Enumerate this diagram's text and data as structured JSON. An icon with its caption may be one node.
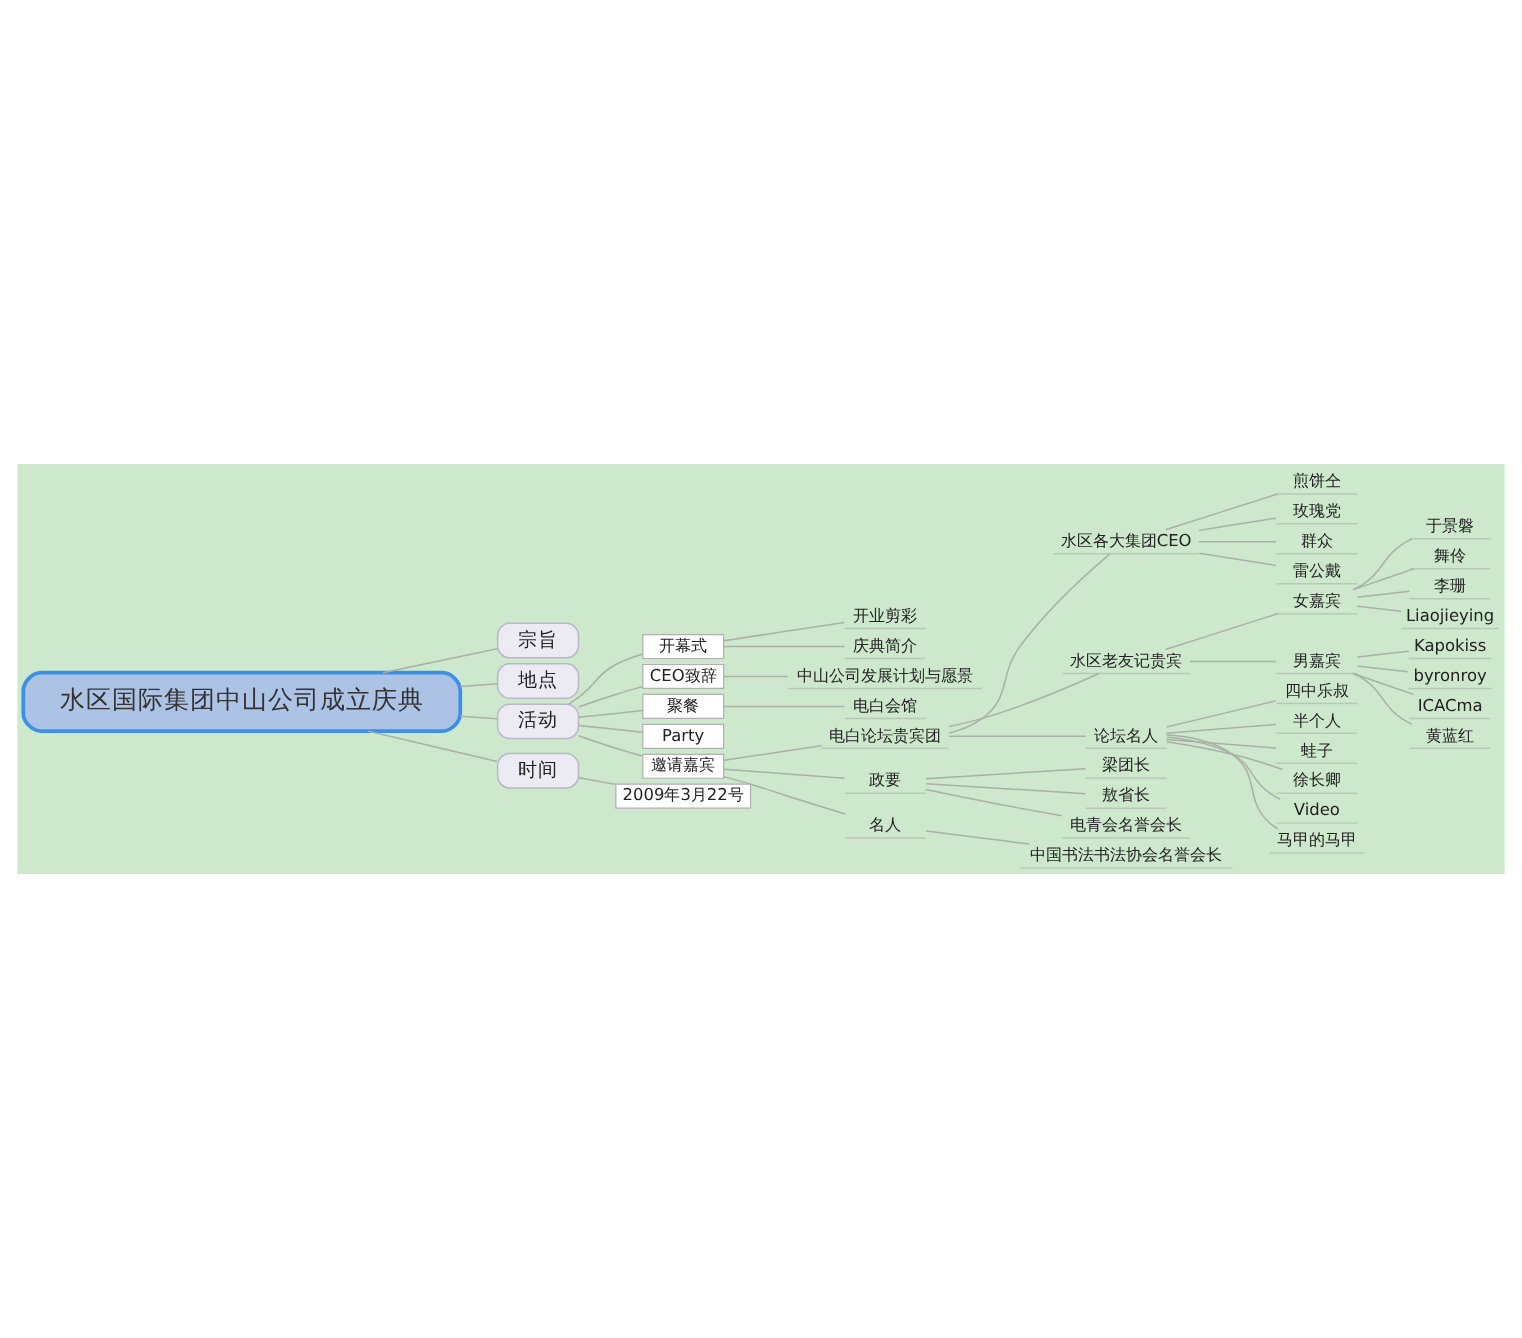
{
  "diagram": {
    "nodes": [
      {
        "text": [
          "水区国际集团中山公司成立庆典"
        ]
      },
      {
        "text": [
          "宗旨"
        ]
      },
      {
        "text": [
          "地点"
        ]
      },
      {
        "text": [
          "活动"
        ]
      },
      {
        "text": [
          "开幕式"
        ]
      },
      {
        "text": [
          "开业剪彩"
        ]
      },
      {
        "text": [
          "庆典简介"
        ]
      },
      {
        "text": [
          "CEO致辞"
        ]
      },
      {
        "text": [
          "中山公司发展计划与愿景"
        ]
      },
      {
        "text": [
          "聚餐"
        ]
      },
      {
        "text": [
          "电白会馆"
        ]
      },
      {
        "text": [
          "Party"
        ]
      },
      {
        "text": [
          "邀请嘉宾"
        ]
      },
      {
        "text": [
          "电白论坛贵宾团"
        ]
      },
      {
        "text": [
          "水区各大集团CEO"
        ]
      },
      {
        "text": [
          "煎饼仝"
        ]
      },
      {
        "text": [
          "玫瑰党"
        ]
      },
      {
        "text": [
          "群众"
        ]
      },
      {
        "text": [
          "雷公戴"
        ]
      },
      {
        "text": [
          "水区老友记贵宾"
        ]
      },
      {
        "text": [
          "女嘉宾"
        ]
      },
      {
        "text": [
          "于景磐"
        ]
      },
      {
        "text": [
          "舞伶"
        ]
      },
      {
        "text": [
          "李珊"
        ]
      },
      {
        "text": [
          "Liaojieying"
        ]
      },
      {
        "text": [
          "男嘉宾"
        ]
      },
      {
        "text": [
          "Kapokiss"
        ]
      },
      {
        "text": [
          "byronroy"
        ]
      },
      {
        "text": [
          "ICACma"
        ]
      },
      {
        "text": [
          "黄蓝红"
        ]
      },
      {
        "text": [
          "论坛名人"
        ]
      },
      {
        "text": [
          "四中乐叔"
        ]
      },
      {
        "text": [
          "半个人"
        ]
      },
      {
        "text": [
          "蛙子"
        ]
      },
      {
        "text": [
          "徐长卿"
        ]
      },
      {
        "text": [
          "Video"
        ]
      },
      {
        "text": [
          "马甲的马甲"
        ]
      },
      {
        "text": [
          "政要"
        ]
      },
      {
        "text": [
          "梁团长"
        ]
      },
      {
        "text": [
          "敖省长"
        ]
      },
      {
        "text": [
          "电青会名誉会长"
        ]
      },
      {
        "text": [
          "名人"
        ]
      },
      {
        "text": [
          "中国书法书法协会名誉会长"
        ]
      },
      {
        "text": [
          "时间"
        ]
      },
      {
        "text": [
          "2009年3月22号"
        ]
      }
    ],
    "edges": [
      {
        "from": 0,
        "to": 1,
        "arrow": "none"
      },
      {
        "from": 0,
        "to": 2,
        "arrow": "none"
      },
      {
        "from": 0,
        "to": 3,
        "arrow": "none"
      },
      {
        "from": 3,
        "to": 4,
        "arrow": "none"
      },
      {
        "from": 4,
        "to": 5,
        "arrow": "none"
      },
      {
        "from": 4,
        "to": 6,
        "arrow": "none"
      },
      {
        "from": 3,
        "to": 7,
        "arrow": "none"
      },
      {
        "from": 7,
        "to": 8,
        "arrow": "none"
      },
      {
        "from": 3,
        "to": 9,
        "arrow": "none"
      },
      {
        "from": 9,
        "to": 10,
        "arrow": "none"
      },
      {
        "from": 3,
        "to": 11,
        "arrow": "none"
      },
      {
        "from": 3,
        "to": 12,
        "arrow": "none"
      },
      {
        "from": 12,
        "to": 13,
        "arrow": "none"
      },
      {
        "from": 13,
        "to": 14,
        "arrow": "none"
      },
      {
        "from": 14,
        "to": 15,
        "arrow": "none"
      },
      {
        "from": 14,
        "to": 16,
        "arrow": "none"
      },
      {
        "from": 14,
        "to": 17,
        "arrow": "none"
      },
      {
        "from": 14,
        "to": 18,
        "arrow": "none"
      },
      {
        "from": 13,
        "to": 19,
        "arrow": "none"
      },
      {
        "from": 19,
        "to": 20,
        "arrow": "none"
      },
      {
        "from": 20,
        "to": 21,
        "arrow": "none"
      },
      {
        "from": 20,
        "to": 22,
        "arrow": "none"
      },
      {
        "from": 20,
        "to": 23,
        "arrow": "none"
      },
      {
        "from": 20,
        "to": 24,
        "arrow": "none"
      },
      {
        "from": 19,
        "to": 25,
        "arrow": "none"
      },
      {
        "from": 25,
        "to": 26,
        "arrow": "none"
      },
      {
        "from": 25,
        "to": 27,
        "arrow": "none"
      },
      {
        "from": 25,
        "to": 28,
        "arrow": "none"
      },
      {
        "from": 25,
        "to": 29,
        "arrow": "none"
      },
      {
        "from": 13,
        "to": 30,
        "arrow": "none"
      },
      {
        "from": 30,
        "to": 31,
        "arrow": "none"
      },
      {
        "from": 30,
        "to": 32,
        "arrow": "none"
      },
      {
        "from": 30,
        "to": 33,
        "arrow": "none"
      },
      {
        "from": 30,
        "to": 34,
        "arrow": "none"
      },
      {
        "from": 30,
        "to": 35,
        "arrow": "none"
      },
      {
        "from": 30,
        "to": 36,
        "arrow": "none"
      },
      {
        "from": 12,
        "to": 37,
        "arrow": "none"
      },
      {
        "from": 37,
        "to": 38,
        "arrow": "none"
      },
      {
        "from": 37,
        "to": 39,
        "arrow": "none"
      },
      {
        "from": 37,
        "to": 40,
        "arrow": "none"
      },
      {
        "from": 12,
        "to": 41,
        "arrow": "none"
      },
      {
        "from": 41,
        "to": 42,
        "arrow": "none"
      },
      {
        "from": 0,
        "to": 43,
        "arrow": "none"
      },
      {
        "from": 43,
        "to": 44,
        "arrow": "none"
      }
    ]
  }
}
